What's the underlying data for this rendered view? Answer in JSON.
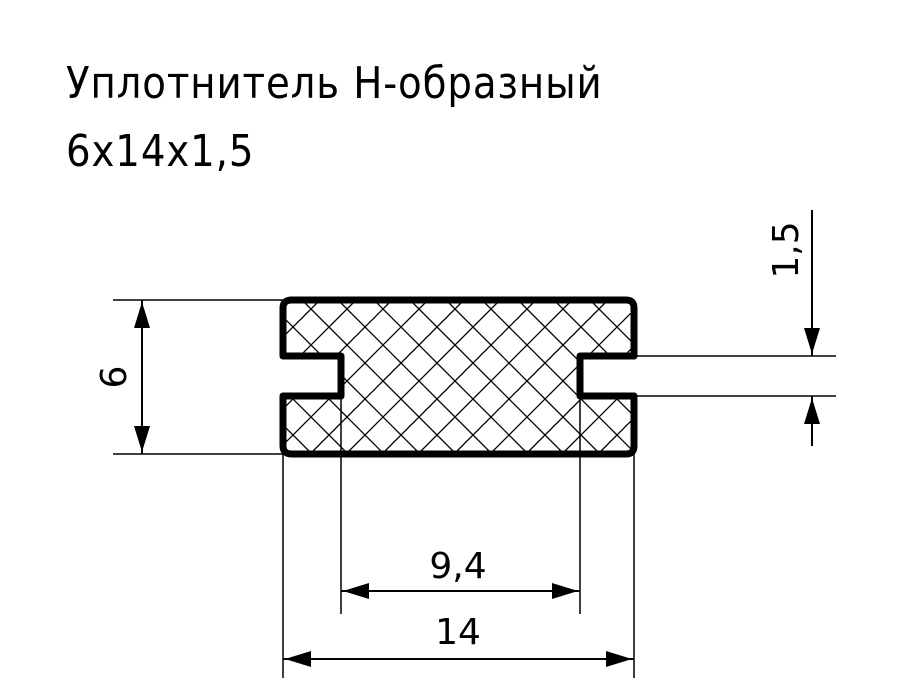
{
  "title": {
    "line1": "Уплотнитель Н-образный",
    "line2": "6х14х1,5"
  },
  "dimensions": {
    "height": "6",
    "inner_width": "9,4",
    "outer_width": "14",
    "slot": "1,5"
  },
  "colors": {
    "line": "#000000",
    "background": "#ffffff"
  }
}
